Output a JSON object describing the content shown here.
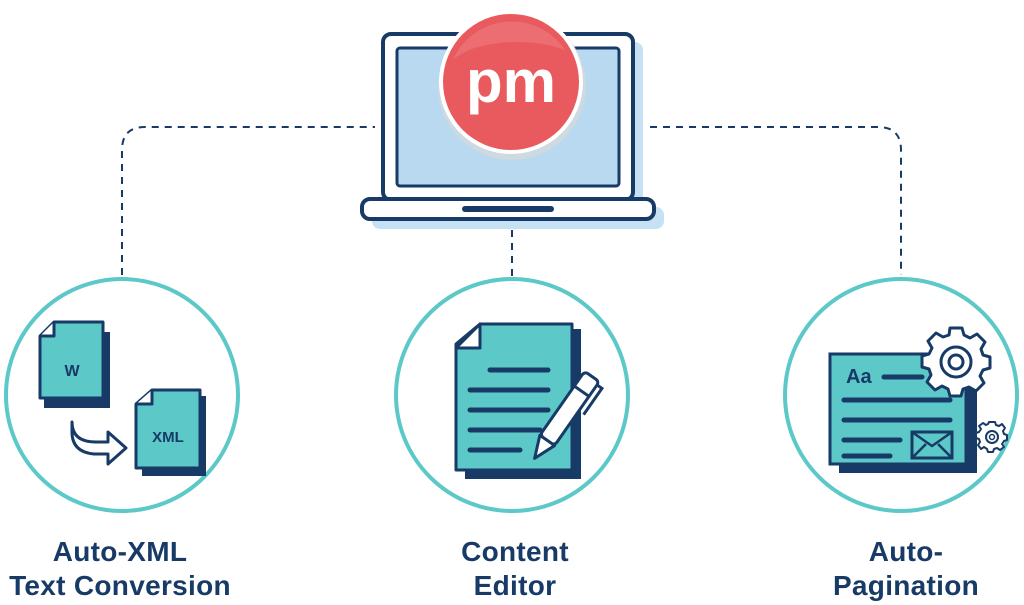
{
  "logo": {
    "text": "pm",
    "color": "#e85a5e"
  },
  "colors": {
    "navy": "#173a66",
    "teal": "#5cc8c8",
    "screen_blue": "#b9d9f0",
    "shadow_blue": "#c5e1f3"
  },
  "features": [
    {
      "label_line1": "Auto-XML",
      "label_line2": "Text Conversion",
      "icon": "word-to-xml-icon",
      "source_doc": "W",
      "target_doc": "XML"
    },
    {
      "label_line1": "Content",
      "label_line2": "Editor",
      "icon": "document-pen-icon"
    },
    {
      "label_line1": "Auto-",
      "label_line2": "Pagination",
      "icon": "page-layout-gears-icon",
      "layout_text": "Aa"
    }
  ]
}
